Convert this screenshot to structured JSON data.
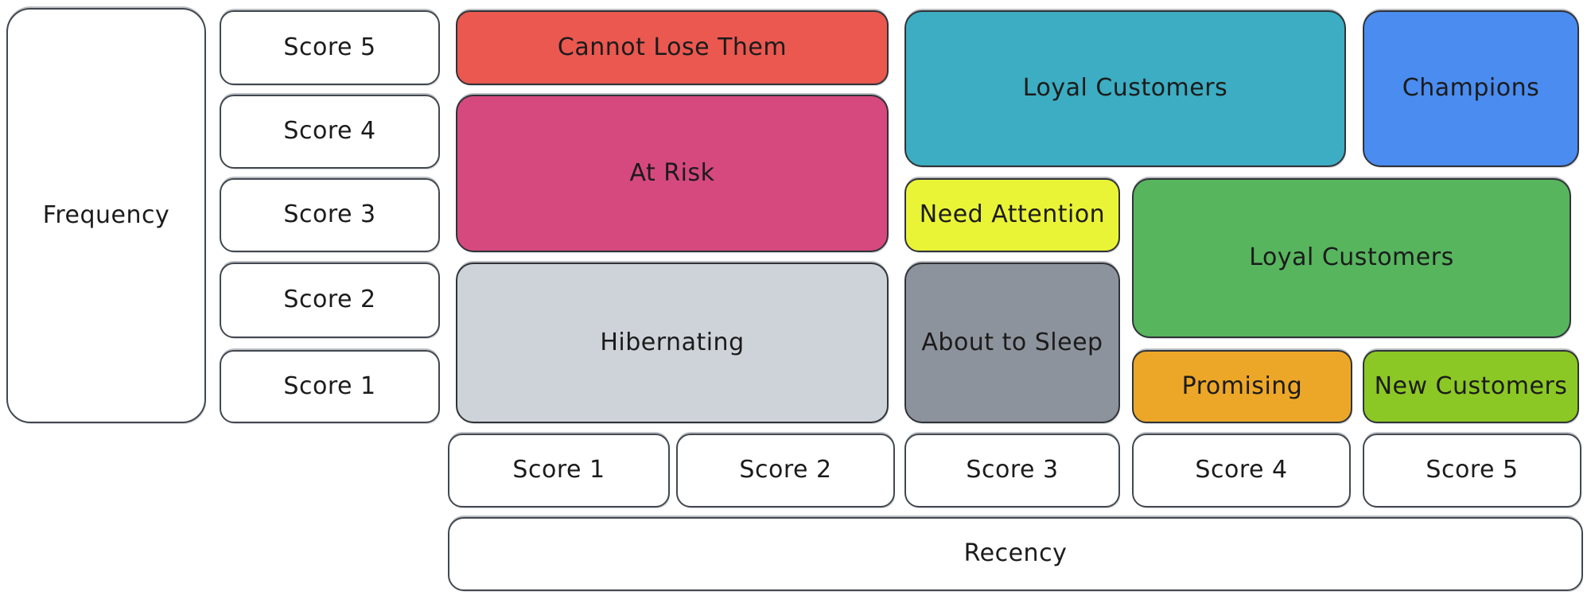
{
  "diagram": {
    "type": "rfm-segment-matrix",
    "background": "#ffffff",
    "stroke_color": "#2f3338",
    "text_color": "#1b1b1b"
  },
  "axes": {
    "frequency_label": "Frequency",
    "recency_label": "Recency",
    "frequency_scores": [
      "Score 5",
      "Score 4",
      "Score 3",
      "Score 2",
      "Score 1"
    ],
    "recency_scores": [
      "Score 1",
      "Score 2",
      "Score 3",
      "Score 4",
      "Score 5"
    ]
  },
  "segments": {
    "cannot_lose_them": {
      "label": "Cannot Lose Them",
      "color": "#ea5850"
    },
    "at_risk": {
      "label": "At Risk",
      "color": "#d6497e"
    },
    "hibernating": {
      "label": "Hibernating",
      "color": "#ced3d9"
    },
    "loyal_customers_top": {
      "label": "Loyal Customers",
      "color": "#3cadc2"
    },
    "champions": {
      "label": "Champions",
      "color": "#4a8cf0"
    },
    "need_attention": {
      "label": "Need Attention",
      "color": "#eaf437"
    },
    "about_to_sleep": {
      "label": "About to Sleep",
      "color": "#8d939c"
    },
    "loyal_customers_mid": {
      "label": "Loyal Customers",
      "color": "#57b55e"
    },
    "promising": {
      "label": "Promising",
      "color": "#eda728"
    },
    "new_customers": {
      "label": "New Customers",
      "color": "#8cc825"
    }
  }
}
